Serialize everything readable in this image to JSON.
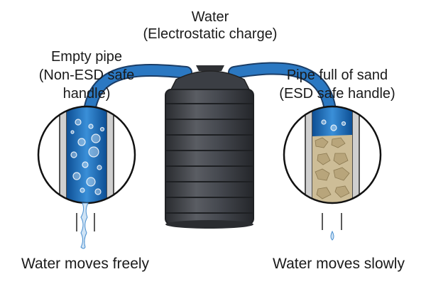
{
  "labels": {
    "tank_line1": "Water",
    "tank_line2": "(Electrostatic charge)",
    "left_line1": "Empty pipe",
    "left_line2": "(Non-ESD safe",
    "left_line3": "handle)",
    "right_line1": "Pipe full of sand",
    "right_line2": "(ESD safe handle)",
    "left_caption": "Water moves freely",
    "right_caption": "Water moves slowly"
  },
  "colors": {
    "water_blue": "#1f6fb8",
    "pipe_blue": "#2b78c2",
    "tank_dark": "#3a3d42",
    "sand": "#c8b892"
  },
  "icons": [
    "water-tank-icon",
    "pipe-icon",
    "magnifier-circle-icon",
    "water-drop-icon",
    "sand-icon"
  ]
}
